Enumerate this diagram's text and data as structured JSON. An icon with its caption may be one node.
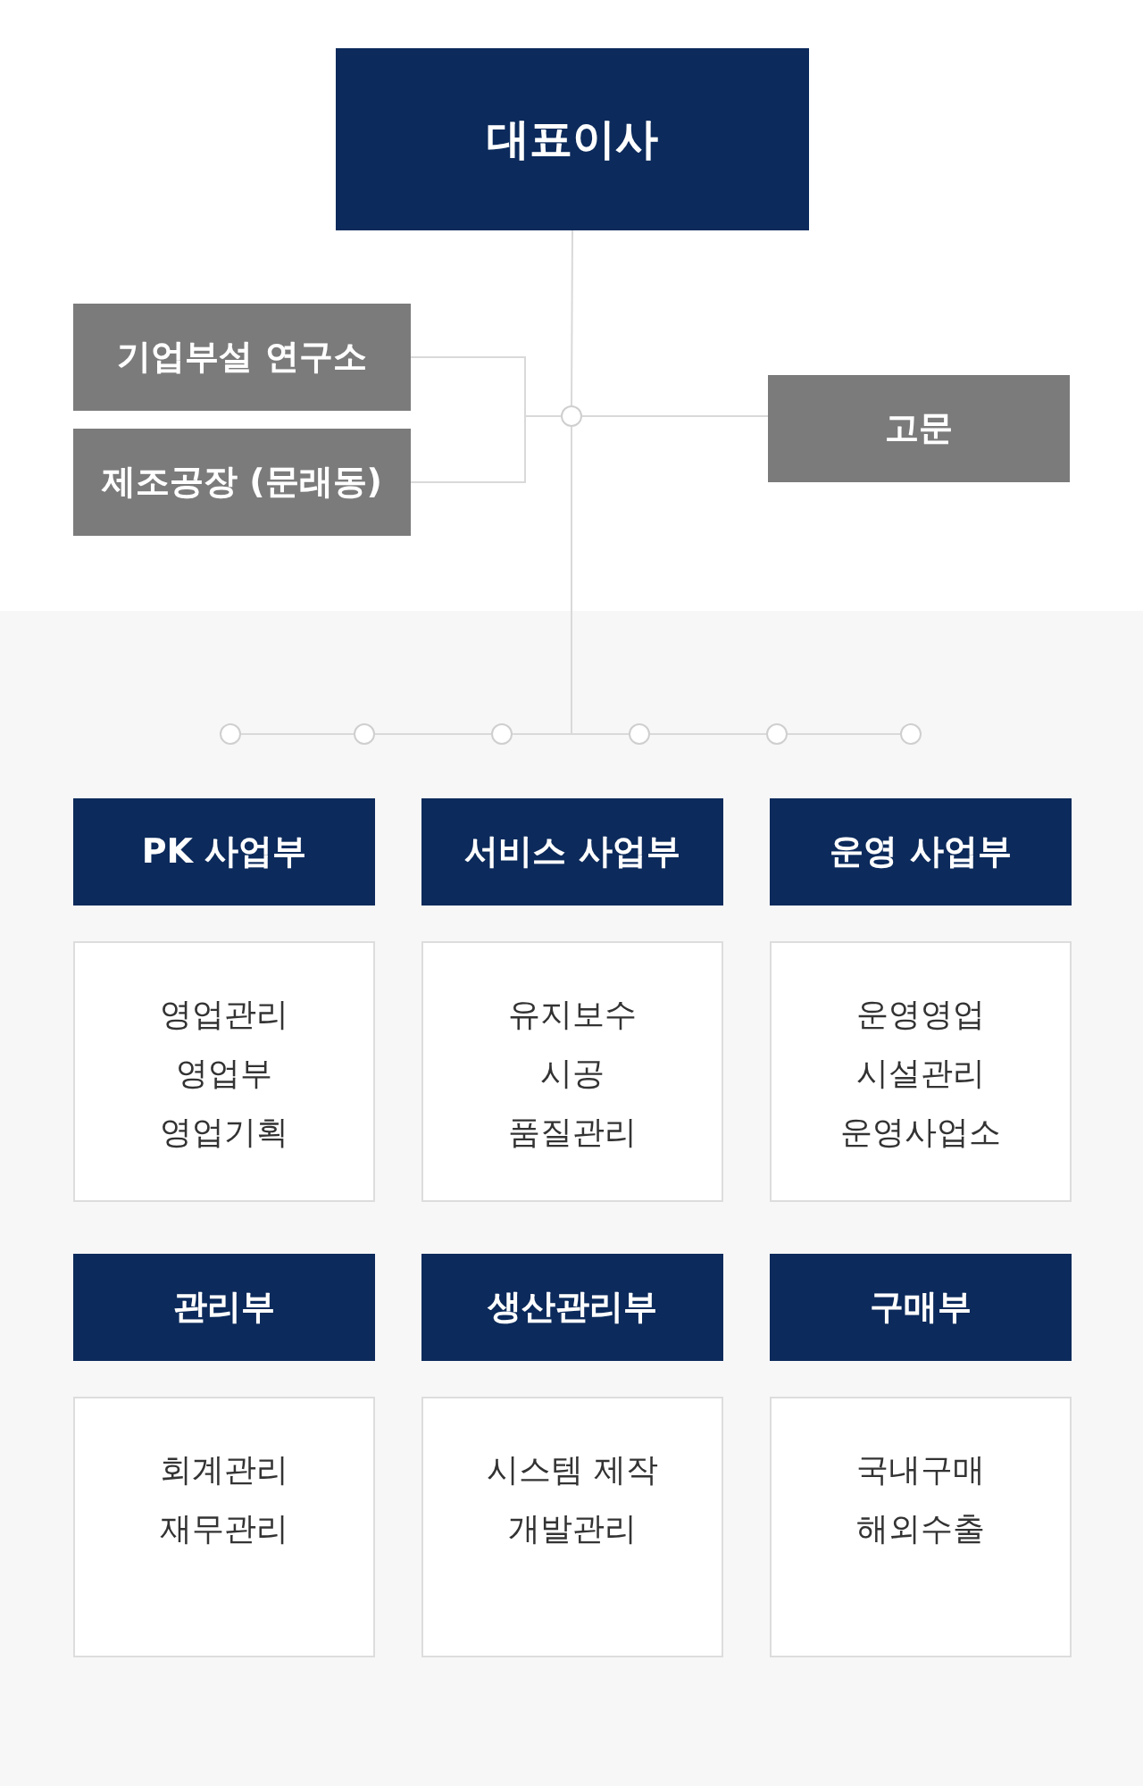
{
  "diagram": {
    "nodes": [
      {
        "text": [
          "대표이사"
        ]
      },
      {
        "text": [
          "기업부설 연구소"
        ]
      },
      {
        "text": [
          "제조공장 (문래동)"
        ]
      },
      {
        "text": [
          "고문"
        ]
      },
      {
        "text": [],
        "shape": "circle"
      },
      {
        "text": [],
        "shape": "circle"
      },
      {
        "text": [],
        "shape": "circle"
      },
      {
        "text": [],
        "shape": "circle"
      },
      {
        "text": [],
        "shape": "circle"
      },
      {
        "text": [],
        "shape": "circle"
      },
      {
        "text": [],
        "shape": "circle"
      },
      {
        "text": [
          "PK 사업부"
        ]
      },
      {
        "text": [
          "영업관리",
          "영업부",
          "영업기획"
        ]
      },
      {
        "text": [
          "서비스 사업부"
        ]
      },
      {
        "text": [
          "유지보수",
          "시공",
          "품질관리"
        ]
      },
      {
        "text": [
          "운영 사업부"
        ]
      },
      {
        "text": [
          "운영영업",
          "시설관리",
          "운영사업소"
        ]
      },
      {
        "text": [
          "관리부"
        ]
      },
      {
        "text": [
          "회계관리",
          "재무관리"
        ]
      },
      {
        "text": [
          "생산관리부"
        ]
      },
      {
        "text": [
          "시스템 제작",
          "개발관리"
        ]
      },
      {
        "text": [
          "구매부"
        ]
      },
      {
        "text": [
          "국내구매",
          "해외수출"
        ]
      }
    ],
    "edges": [
      {
        "from": 0,
        "to": 4,
        "arrow": "none"
      },
      {
        "from": 4,
        "to": 1,
        "arrow": "none"
      },
      {
        "from": 4,
        "to": 2,
        "arrow": "none"
      },
      {
        "from": 4,
        "to": 3,
        "arrow": "none"
      },
      {
        "from": 4,
        "to": 7,
        "arrow": "none"
      },
      {
        "from": 4,
        "to": 8,
        "arrow": "none"
      },
      {
        "from": 5,
        "to": 6,
        "arrow": "none"
      },
      {
        "from": 6,
        "to": 7,
        "arrow": "none"
      },
      {
        "from": 8,
        "to": 9,
        "arrow": "none"
      },
      {
        "from": 9,
        "to": 10,
        "arrow": "none"
      }
    ]
  }
}
